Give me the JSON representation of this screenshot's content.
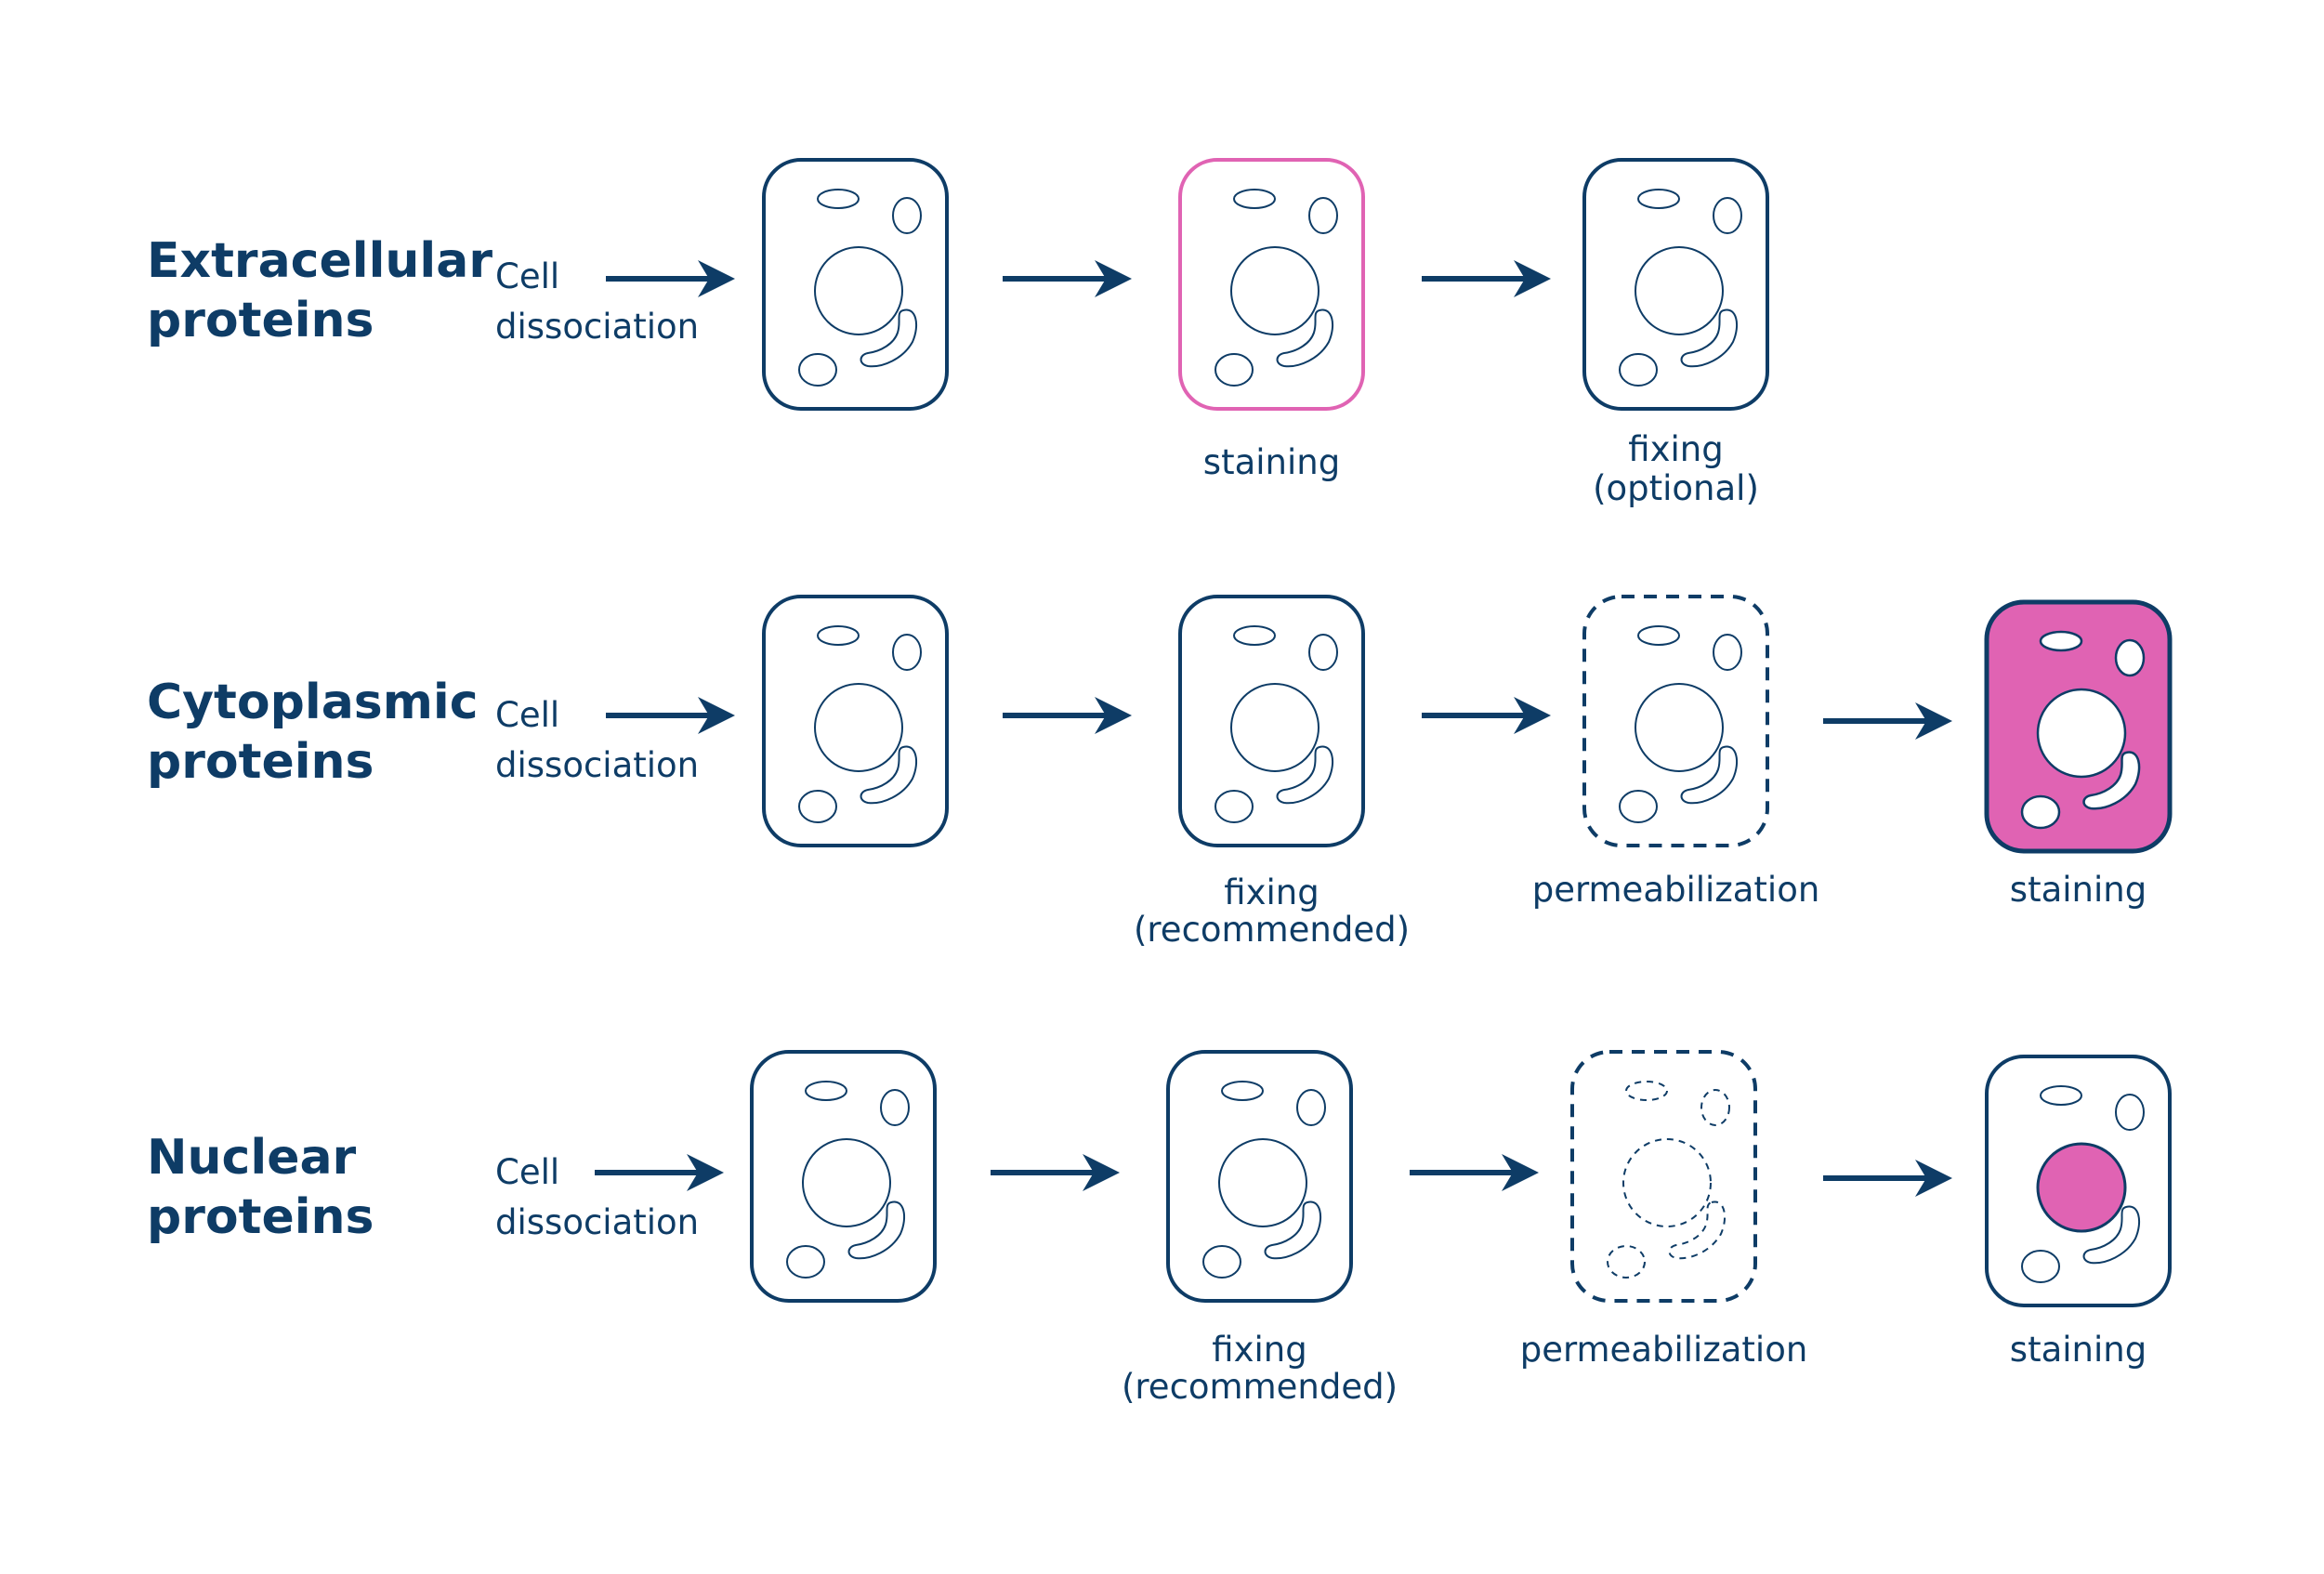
{
  "colors": {
    "navy": "#0e3c66",
    "magenta": "#e063b3",
    "white": "#ffffff"
  },
  "rows": [
    {
      "title": [
        "Extracellular",
        "proteins"
      ],
      "start_label": [
        "Cell",
        "dissociation"
      ],
      "cells": [
        {
          "variant": "normal",
          "label": []
        },
        {
          "variant": "stained-membrane",
          "label": [
            "staining"
          ]
        },
        {
          "variant": "normal",
          "label": [
            "fixing",
            "(optional)"
          ]
        }
      ]
    },
    {
      "title": [
        "Cytoplasmic",
        "proteins"
      ],
      "start_label": [
        "Cell",
        "dissociation"
      ],
      "cells": [
        {
          "variant": "normal",
          "label": []
        },
        {
          "variant": "normal",
          "label": [
            "fixing",
            "(recommended)"
          ]
        },
        {
          "variant": "permeabilized-membrane",
          "label": [
            "permeabilization"
          ]
        },
        {
          "variant": "stained-cytoplasm",
          "label": [
            "staining"
          ]
        }
      ]
    },
    {
      "title": [
        "Nuclear",
        "proteins"
      ],
      "start_label": [
        "Cell",
        "dissociation"
      ],
      "cells": [
        {
          "variant": "normal",
          "label": []
        },
        {
          "variant": "normal",
          "label": [
            "fixing",
            "(recommended)"
          ]
        },
        {
          "variant": "permeabilized-all",
          "label": [
            "permeabilization"
          ]
        },
        {
          "variant": "stained-nucleus",
          "label": [
            "staining"
          ]
        }
      ]
    }
  ]
}
